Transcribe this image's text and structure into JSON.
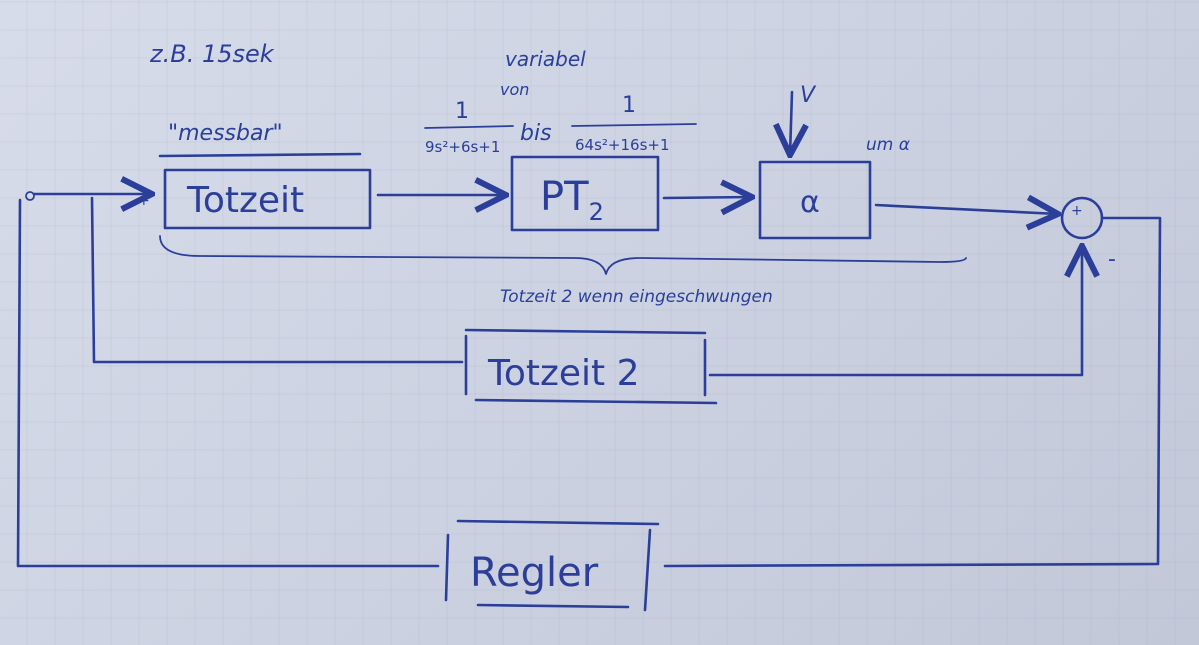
{
  "diagram": {
    "note_example": "z.B.  15sek",
    "note_measurable": "\"messbar\"",
    "note_variable_1": "variabel",
    "note_variable_2": "von",
    "fraction_from_num": "1",
    "fraction_from_den": "9s²+6s+1",
    "word_bis": "bis",
    "fraction_to_num": "1",
    "fraction_to_den": "64s²+16s+1",
    "disturbance_label": "V",
    "alpha_note": "um α",
    "brace_caption": "Totzeit 2 wenn eingeschwungen",
    "blocks": {
      "deadtime_1": "Totzeit",
      "pt2_main": "PT",
      "pt2_sub": "2",
      "gain": "α",
      "deadtime_2": "Totzeit 2",
      "controller": "Regler"
    },
    "sum_plus_top": "+",
    "sum_minus": "-",
    "input_plus": "+",
    "ink_color": "#2b3f9a"
  }
}
